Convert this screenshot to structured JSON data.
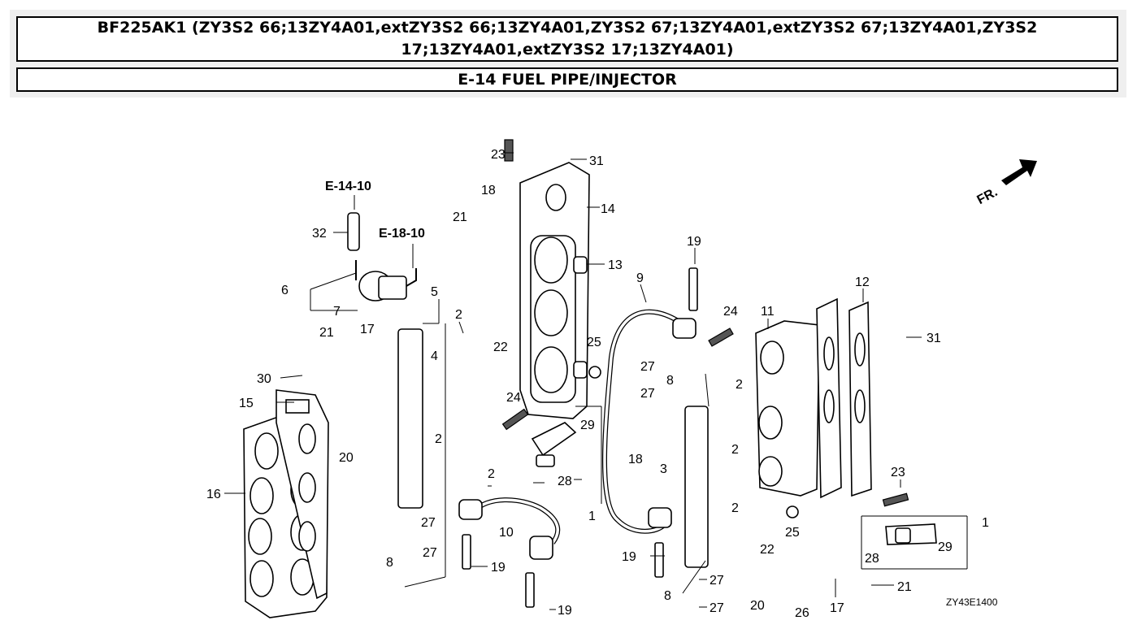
{
  "header": {
    "model_title": "BF225AK1 (ZY3S2 66;13ZY4A01,extZY3S2 66;13ZY4A01,ZY3S2 67;13ZY4A01,extZY3S2 67;13ZY4A01,ZY3S2 17;13ZY4A01,extZY3S2 17;13ZY4A01)",
    "section_title": "E-14 FUEL PIPE/INJECTOR"
  },
  "diagram": {
    "refs": {
      "e14_10": "E-14-10",
      "e18_10": "E-18-10"
    },
    "direction_label": "FR.",
    "image_code": "ZY43E1400",
    "callouts": [
      {
        "id": "c23a",
        "label": "23"
      },
      {
        "id": "c31a",
        "label": "31"
      },
      {
        "id": "c18a",
        "label": "18"
      },
      {
        "id": "c14",
        "label": "14"
      },
      {
        "id": "c32",
        "label": "32"
      },
      {
        "id": "c21a",
        "label": "21"
      },
      {
        "id": "c13",
        "label": "13"
      },
      {
        "id": "c6",
        "label": "6"
      },
      {
        "id": "c7",
        "label": "7"
      },
      {
        "id": "c5",
        "label": "5"
      },
      {
        "id": "c2a",
        "label": "2"
      },
      {
        "id": "c22a",
        "label": "22"
      },
      {
        "id": "c9",
        "label": "9"
      },
      {
        "id": "c19a",
        "label": "19"
      },
      {
        "id": "c24a",
        "label": "24"
      },
      {
        "id": "c11",
        "label": "11"
      },
      {
        "id": "c12",
        "label": "12"
      },
      {
        "id": "c31b",
        "label": "31"
      },
      {
        "id": "c21b",
        "label": "21"
      },
      {
        "id": "c17a",
        "label": "17"
      },
      {
        "id": "c4",
        "label": "4"
      },
      {
        "id": "c25a",
        "label": "25"
      },
      {
        "id": "c27a",
        "label": "27"
      },
      {
        "id": "c8a",
        "label": "8"
      },
      {
        "id": "c27b",
        "label": "27"
      },
      {
        "id": "c30",
        "label": "30"
      },
      {
        "id": "c15",
        "label": "15"
      },
      {
        "id": "c24b",
        "label": "24"
      },
      {
        "id": "c29a",
        "label": "29"
      },
      {
        "id": "c2b",
        "label": "2"
      },
      {
        "id": "c20a",
        "label": "20"
      },
      {
        "id": "c2c",
        "label": "2"
      },
      {
        "id": "c18b",
        "label": "18"
      },
      {
        "id": "c3",
        "label": "3"
      },
      {
        "id": "c2d",
        "label": "2"
      },
      {
        "id": "c2e",
        "label": "2"
      },
      {
        "id": "c16",
        "label": "16"
      },
      {
        "id": "c28a",
        "label": "28"
      },
      {
        "id": "c23b",
        "label": "23"
      },
      {
        "id": "c1a",
        "label": "1"
      },
      {
        "id": "c2f",
        "label": "2"
      },
      {
        "id": "c27c",
        "label": "27"
      },
      {
        "id": "c10",
        "label": "10"
      },
      {
        "id": "c25b",
        "label": "25"
      },
      {
        "id": "c1b",
        "label": "1"
      },
      {
        "id": "c8b",
        "label": "8"
      },
      {
        "id": "c27d",
        "label": "27"
      },
      {
        "id": "c19b",
        "label": "19"
      },
      {
        "id": "c22b",
        "label": "22"
      },
      {
        "id": "c28b",
        "label": "28"
      },
      {
        "id": "c29b",
        "label": "29"
      },
      {
        "id": "c19c",
        "label": "19"
      },
      {
        "id": "c27e",
        "label": "27"
      },
      {
        "id": "c20b",
        "label": "20"
      },
      {
        "id": "c21c",
        "label": "21"
      },
      {
        "id": "c8c",
        "label": "8"
      },
      {
        "id": "c27f",
        "label": "27"
      },
      {
        "id": "c26",
        "label": "26"
      },
      {
        "id": "c17b",
        "label": "17"
      },
      {
        "id": "c19d",
        "label": "19"
      }
    ]
  }
}
